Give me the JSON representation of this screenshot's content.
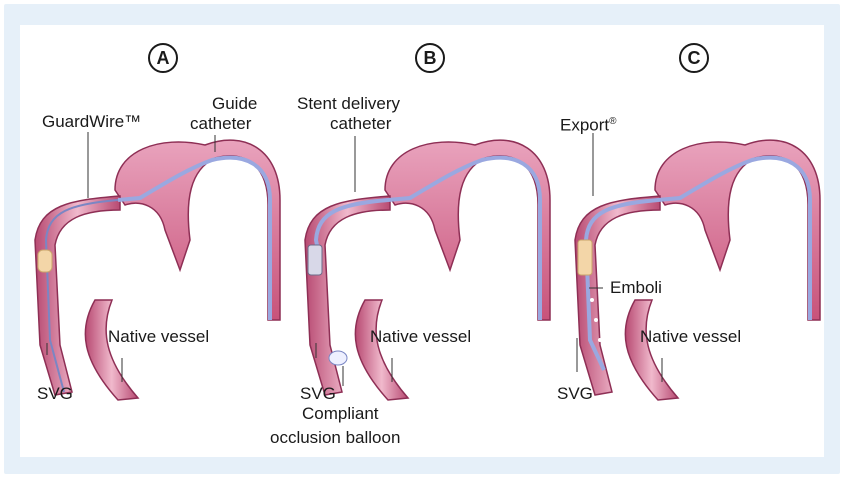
{
  "panels": [
    {
      "letter": "A",
      "labels": {
        "wire": "GuardWire™",
        "guide_1": "Guide",
        "guide_2": "catheter",
        "native": "Native vessel",
        "svg": "SVG"
      }
    },
    {
      "letter": "B",
      "labels": {
        "stent_1": "Stent delivery",
        "stent_2": "catheter",
        "native": "Native vessel",
        "svg": "SVG",
        "balloon_1": "Compliant",
        "balloon_2": "occlusion balloon"
      }
    },
    {
      "letter": "C",
      "labels": {
        "export": "Export",
        "export_mark": "®",
        "emboli": "Emboli",
        "native": "Native vessel",
        "svg": "SVG"
      }
    }
  ],
  "colors": {
    "vessel": "#c8537a",
    "vessel_light": "#e9a3bd",
    "catheter": "#9aa8e0",
    "frame": "#e6f0f9"
  }
}
